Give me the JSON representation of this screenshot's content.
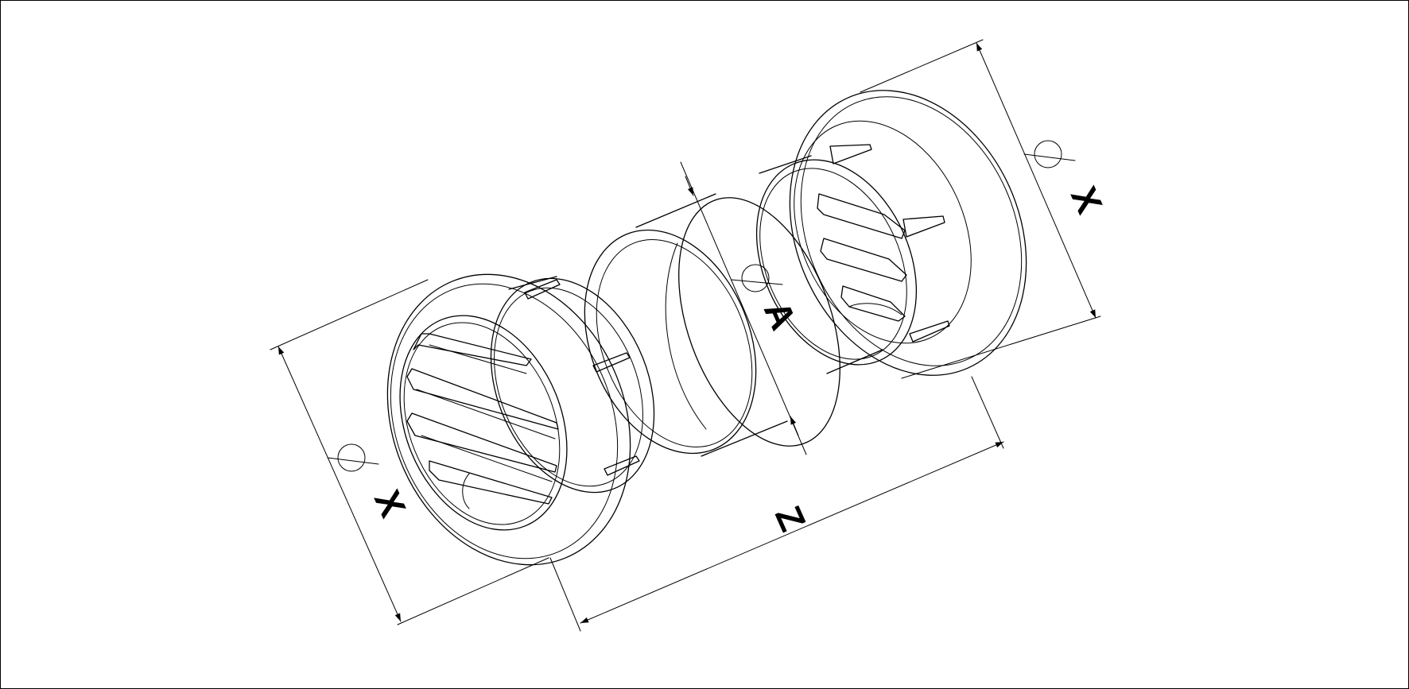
{
  "diagram": {
    "parts": [
      {
        "name": "front-grille"
      },
      {
        "name": "sleeve-tube"
      },
      {
        "name": "rear-grille"
      }
    ],
    "dimensions": [
      {
        "id": "x-front",
        "label": "X",
        "diameter_symbol": "Ø"
      },
      {
        "id": "x-rear",
        "label": "X",
        "diameter_symbol": "Ø"
      },
      {
        "id": "a-sleeve",
        "label": "A",
        "diameter_symbol": "Ø"
      },
      {
        "id": "z-length",
        "label": "Z"
      }
    ],
    "colors": {
      "line": "#000000",
      "background": "#ffffff"
    }
  }
}
